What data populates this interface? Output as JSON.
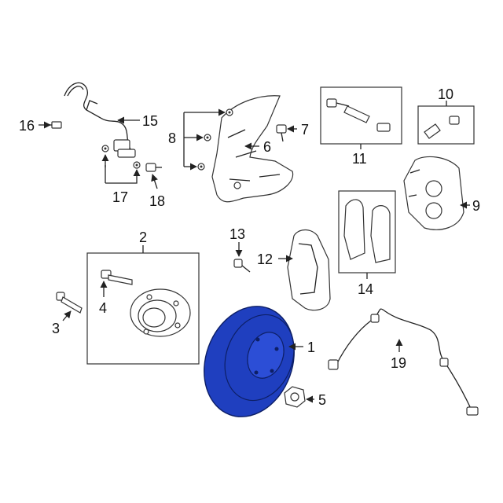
{
  "colors": {
    "highlight": "#1f3fbf",
    "ink": "#222222"
  },
  "callouts": {
    "c1": "1",
    "c2": "2",
    "c3": "3",
    "c4": "4",
    "c5": "5",
    "c6": "6",
    "c7": "7",
    "c8": "8",
    "c9": "9",
    "c10": "10",
    "c11": "11",
    "c12": "12",
    "c13": "13",
    "c14": "14",
    "c15": "15",
    "c16": "16",
    "c17": "17",
    "c18": "18",
    "c19": "19"
  }
}
